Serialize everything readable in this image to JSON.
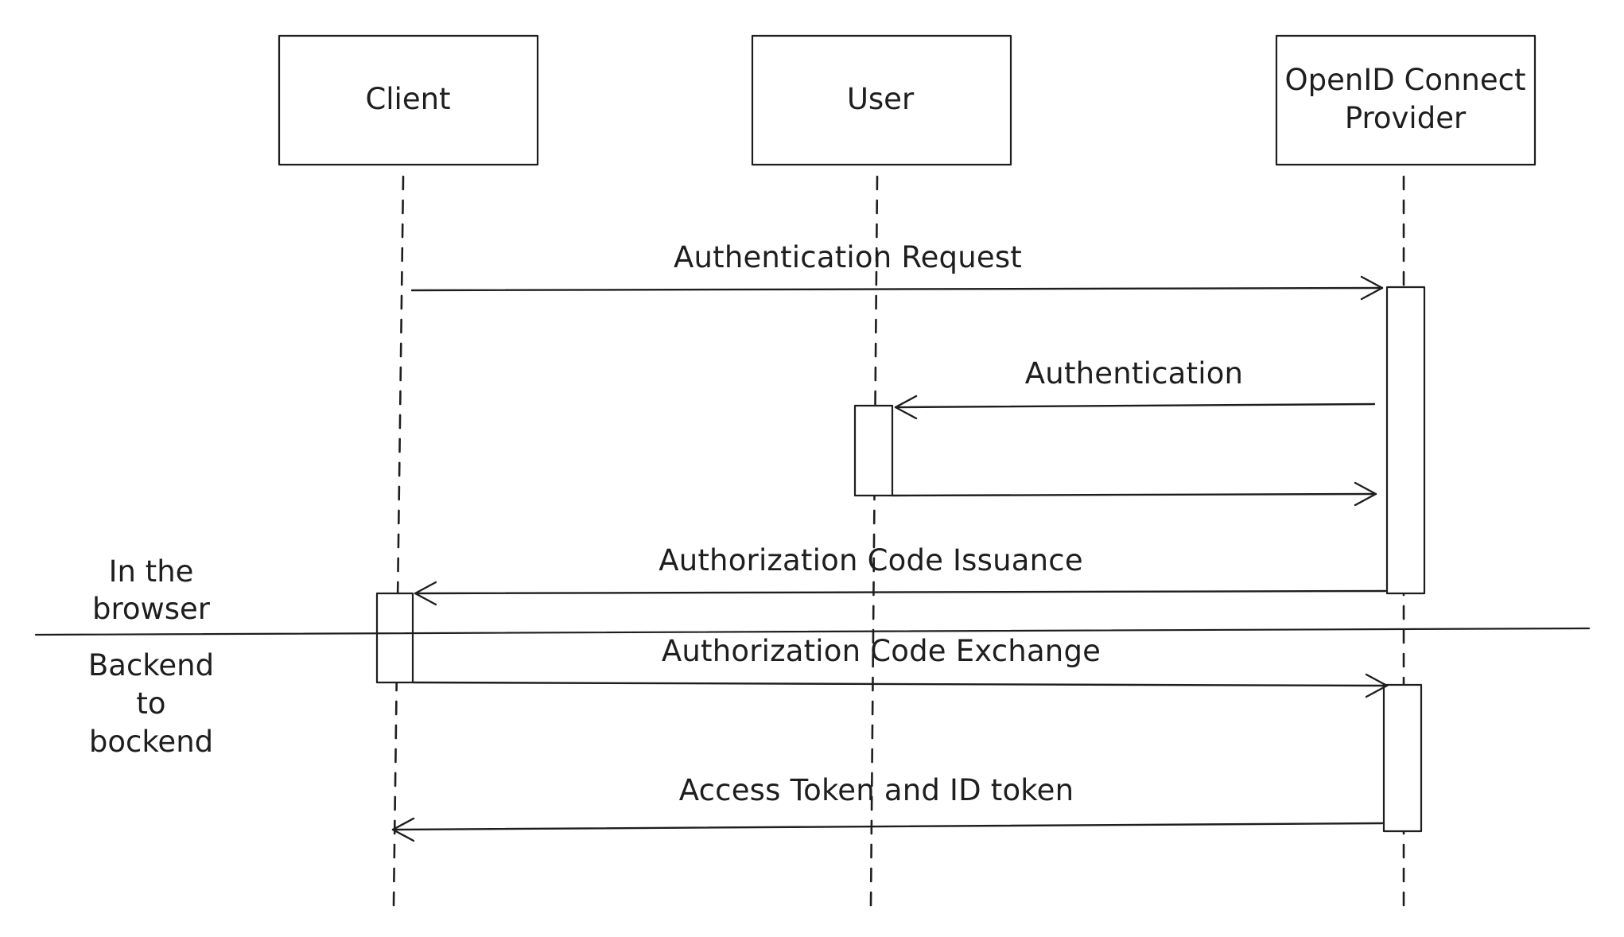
{
  "participants": {
    "client": {
      "label": "Client"
    },
    "user": {
      "label": "User"
    },
    "provider": {
      "label_line1": "OpenID Connect",
      "label_line2": "Provider"
    }
  },
  "messages": {
    "auth_request": "Authentication Request",
    "authentication": "Authentication",
    "user_response": "",
    "code_issuance": "Authorization Code Issuance",
    "code_exchange": "Authorization Code Exchange",
    "tokens": "Access Token and ID token"
  },
  "zones": {
    "browser_line1": "In the",
    "browser_line2": "browser",
    "backend_line1": "Backend",
    "backend_line2": "to",
    "backend_line3": "bockend"
  }
}
